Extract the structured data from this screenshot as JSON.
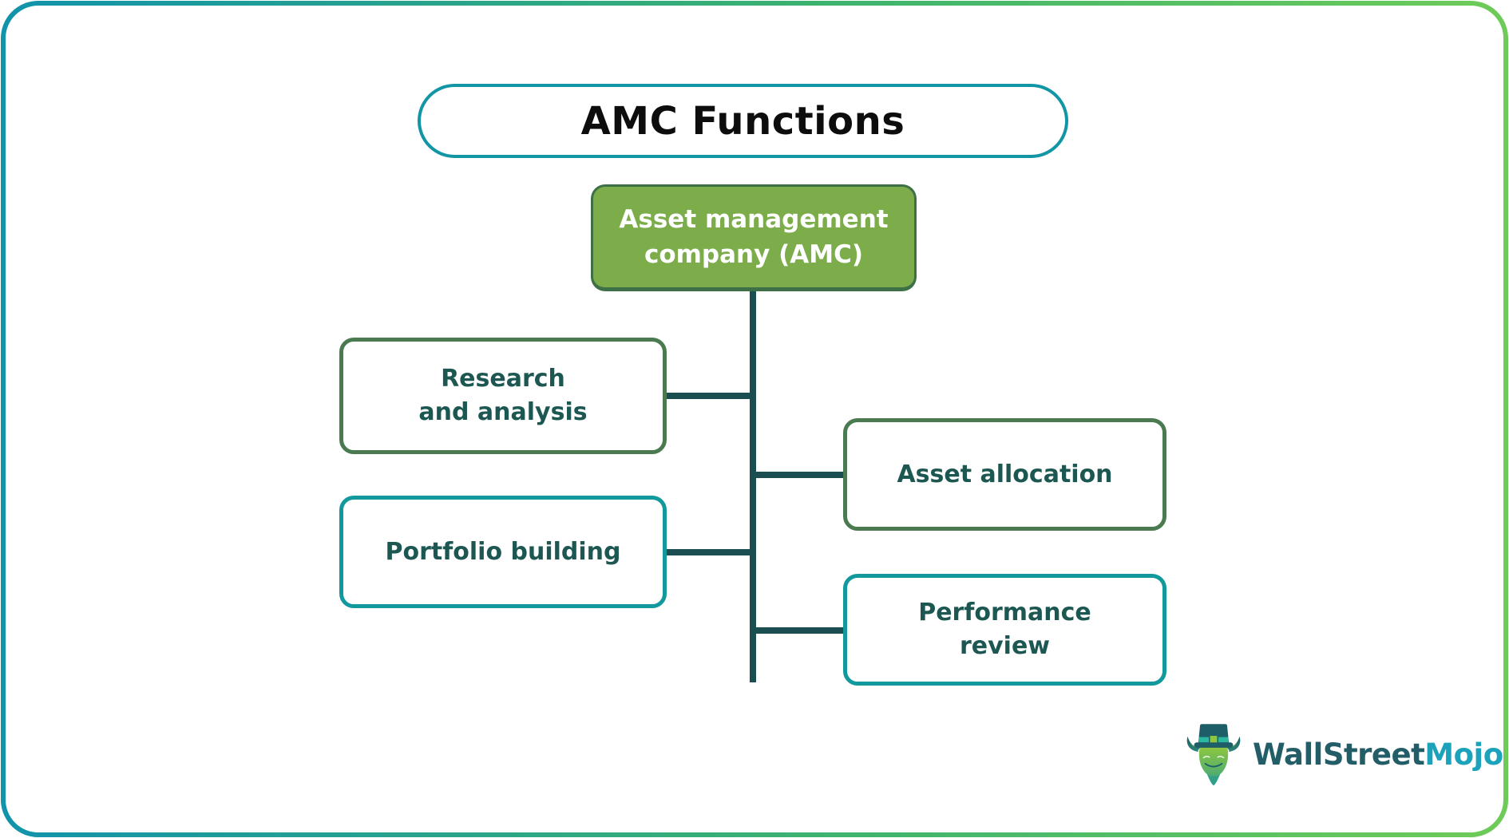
{
  "frame": {
    "gradient_start": "#1193ab",
    "gradient_mid": "#3db36f",
    "gradient_end": "#6ecb58"
  },
  "title": {
    "label": "AMC Functions",
    "border_color": "#1295a4"
  },
  "root_node": {
    "label": "Asset management\ncompany (AMC)",
    "fill": "#7cad4a",
    "border_color": "#3d7046",
    "text_color": "#ffffff"
  },
  "connector_color": "#1b4e50",
  "node_text_color": "#1d5752",
  "nodes": [
    {
      "id": "research-analysis",
      "label": "Research\nand analysis",
      "border_color": "#4a7b50",
      "column": "left"
    },
    {
      "id": "asset-allocation",
      "label": "Asset allocation",
      "border_color": "#4a7b50",
      "column": "right"
    },
    {
      "id": "portfolio-building",
      "label": "Portfolio building",
      "border_color": "#12999e",
      "column": "left"
    },
    {
      "id": "performance-review",
      "label": "Performance\nreview",
      "border_color": "#12999e",
      "column": "right"
    }
  ],
  "logo": {
    "icon": "bull-mascot-icon",
    "brand_primary": "WallStreet",
    "brand_accent": "Mojo",
    "primary_color": "#235e68",
    "accent_color": "#1aa3ba"
  }
}
